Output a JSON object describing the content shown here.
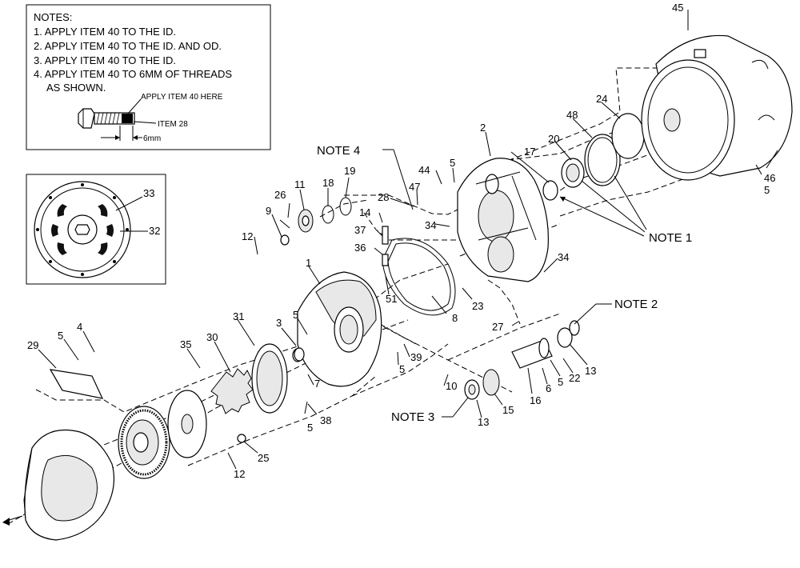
{
  "notes": {
    "title": "NOTES:",
    "lines": [
      "1. APPLY ITEM 40 TO THE ID.",
      "2. APPLY ITEM 40 TO THE ID. AND OD.",
      "3. APPLY ITEM 40 TO THE ID.",
      "4. APPLY ITEM 40 TO 6MM OF THREADS",
      "AS SHOWN."
    ],
    "apply_here": "APPLY ITEM 40 HERE",
    "item_label": "ITEM 28",
    "thread_len": "6mm"
  },
  "inset": {
    "labels": [
      "33",
      "32"
    ]
  },
  "callouts": {
    "note1": "NOTE 1",
    "note2": "NOTE 2",
    "note3": "NOTE 3",
    "note4": "NOTE 4"
  },
  "items": {
    "i45": "45",
    "i46": "46",
    "i5a": "5",
    "i24": "24",
    "i48": "48",
    "i20": "20",
    "i17": "17",
    "i2": "2",
    "i5b": "5",
    "i44": "44",
    "i47": "47",
    "i28": "28",
    "i34a": "34",
    "i34b": "34",
    "i19": "19",
    "i18": "18",
    "i11": "11",
    "i26": "26",
    "i9": "9",
    "i12a": "12",
    "i14": "14",
    "i37": "37",
    "i36": "36",
    "i51": "51",
    "i23": "23",
    "i8": "8",
    "i27": "27",
    "i1": "1",
    "i3": "3",
    "i5c": "5",
    "i31": "31",
    "i30": "30",
    "i35": "35",
    "i29": "29",
    "i5d": "5",
    "i4": "4",
    "i39": "39",
    "i5e": "5",
    "i7": "7",
    "i5f": "5",
    "i38": "38",
    "i25": "25",
    "i12b": "12",
    "i10": "10",
    "i13a": "13",
    "i15": "15",
    "i16": "16",
    "i6": "6",
    "i5g": "5",
    "i22": "22",
    "i13b": "13"
  }
}
